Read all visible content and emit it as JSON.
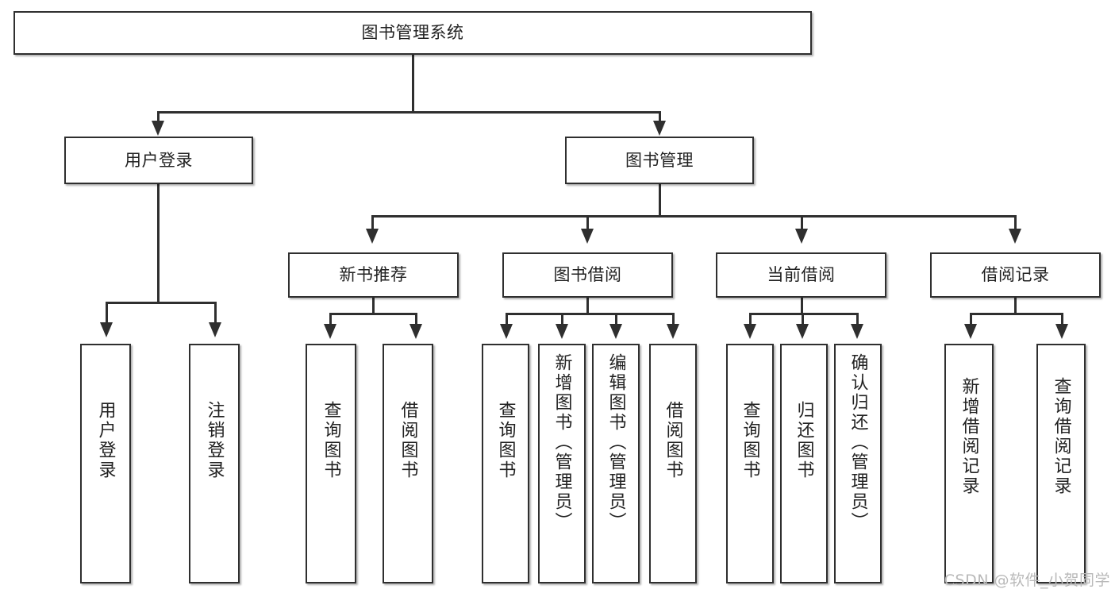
{
  "diagram": {
    "title": "图书管理系统",
    "watermark": "CSDN @软件_小贺同学",
    "colors": {
      "border": "#2f2f2f",
      "text": "#222222",
      "background": "#ffffff",
      "watermark": "#b9b9b9"
    },
    "root": {
      "label": "图书管理系统"
    },
    "level1": [
      {
        "label": "用户登录"
      },
      {
        "label": "图书管理"
      }
    ],
    "level2": [
      {
        "label": "新书推荐"
      },
      {
        "label": "图书借阅"
      },
      {
        "label": "当前借阅"
      },
      {
        "label": "借阅记录"
      }
    ],
    "leaves": {
      "user_login": [
        {
          "label": "用户登录"
        },
        {
          "label": "注销登录"
        }
      ],
      "new_book_recommend": [
        {
          "label": "查询图书"
        },
        {
          "label": "借阅图书"
        }
      ],
      "book_borrow": [
        {
          "label": "查询图书"
        },
        {
          "label": "新增图书（管理员）"
        },
        {
          "label": "编辑图书（管理员）"
        },
        {
          "label": "借阅图书"
        }
      ],
      "current_borrow": [
        {
          "label": "查询图书"
        },
        {
          "label": "归还图书"
        },
        {
          "label": "确认归还（管理员）"
        }
      ],
      "borrow_record": [
        {
          "label": "新增借阅记录"
        },
        {
          "label": "查询借阅记录"
        }
      ]
    }
  }
}
